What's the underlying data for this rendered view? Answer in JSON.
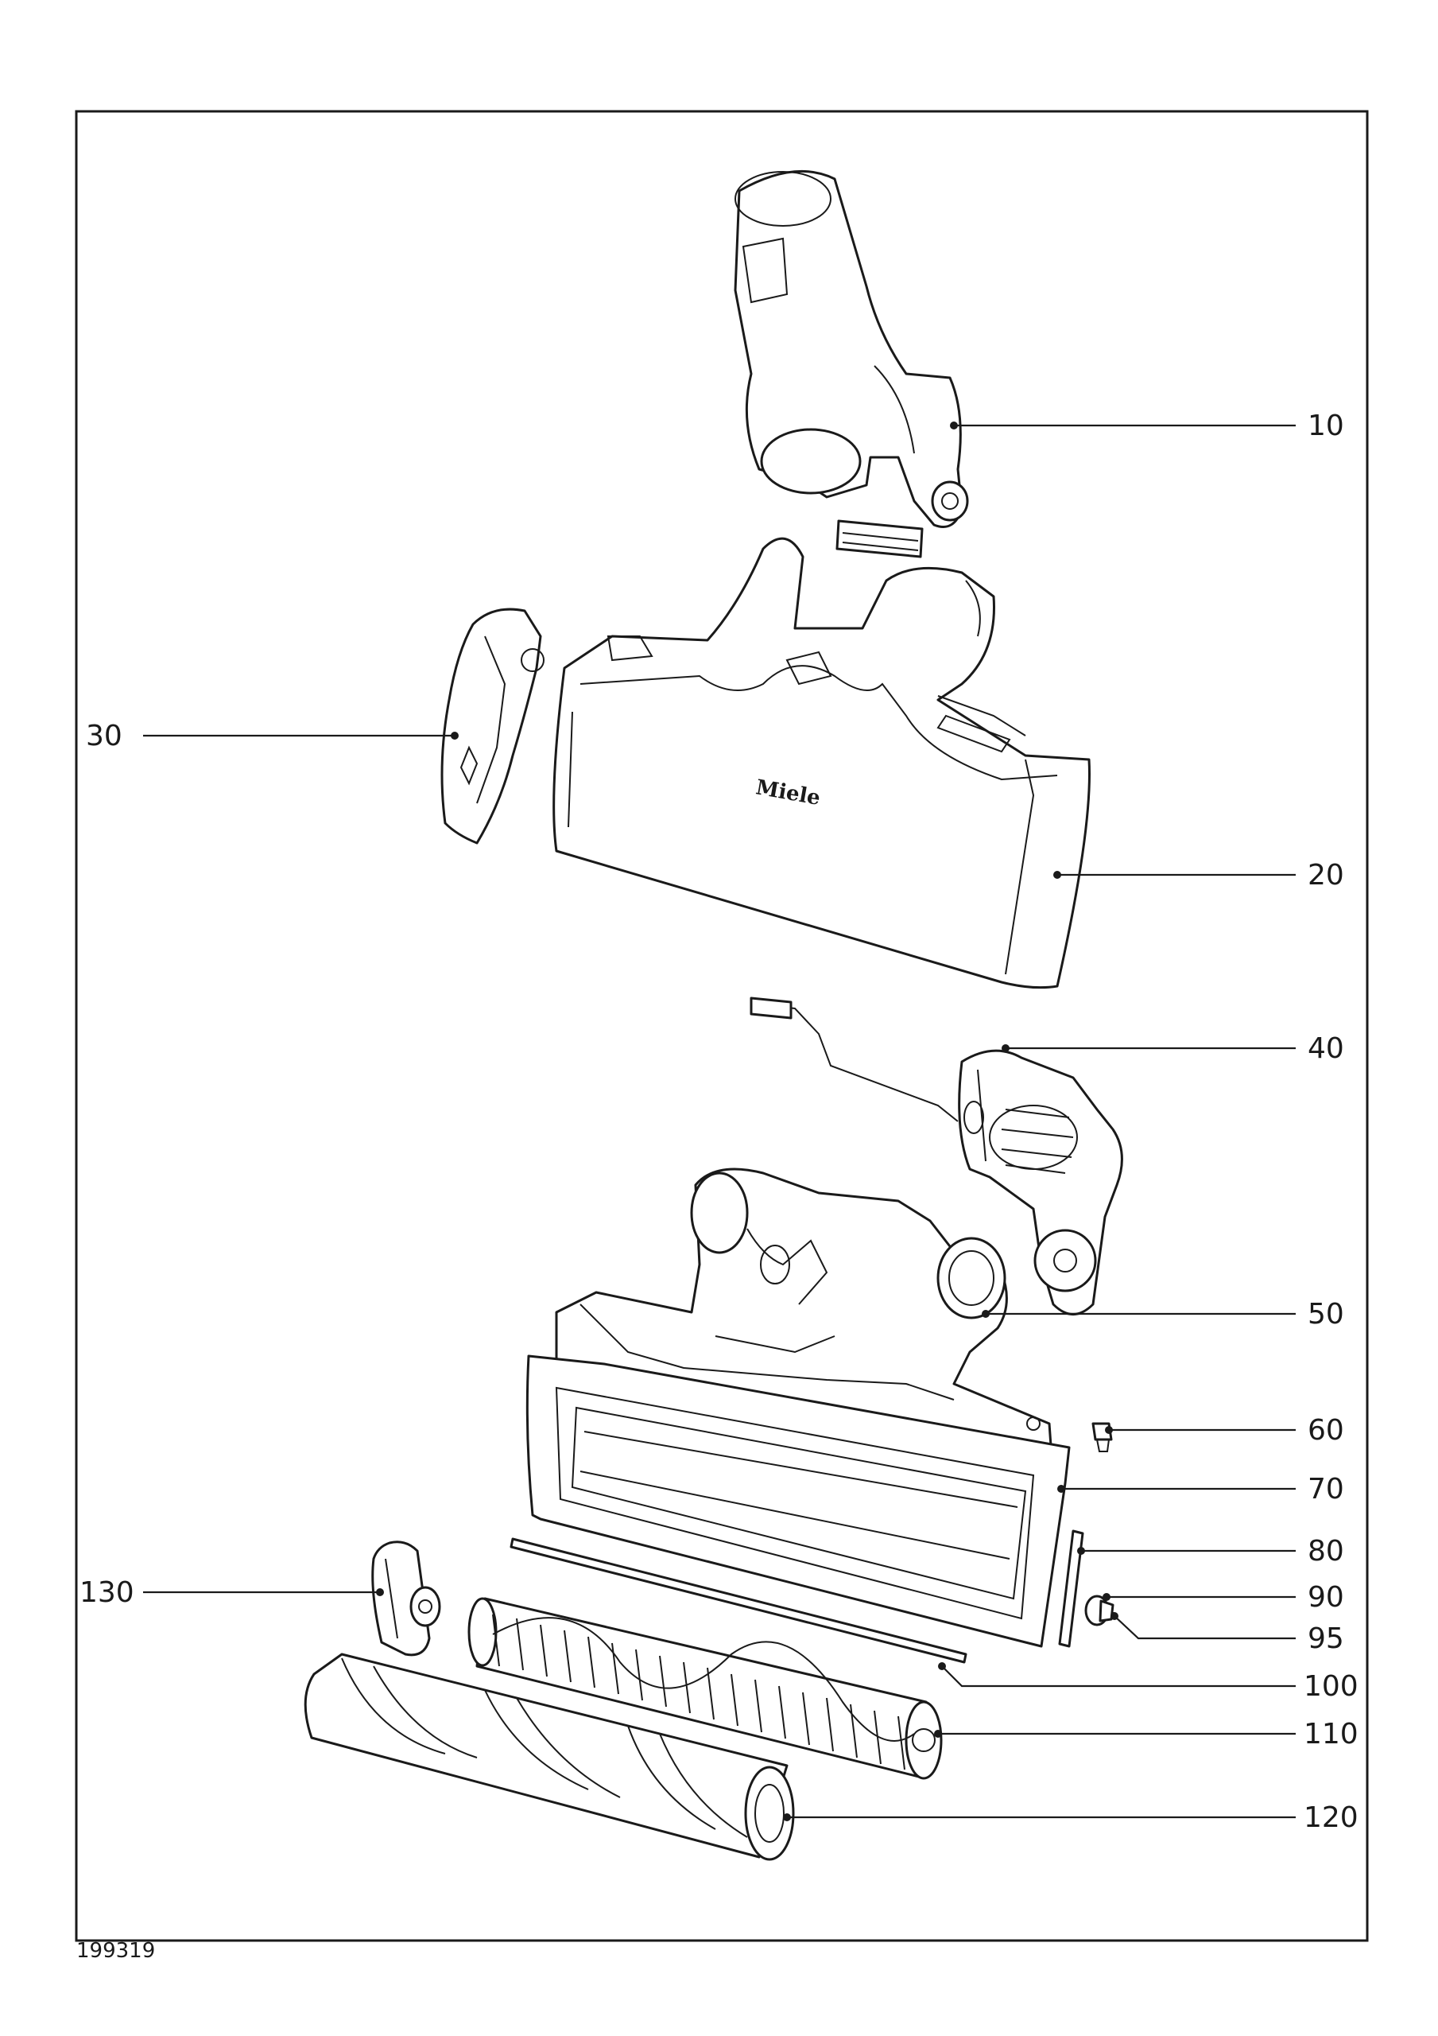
{
  "document_number": "199319",
  "brand_mark": "Miele",
  "callouts": [
    {
      "id": "p10",
      "label": "10"
    },
    {
      "id": "p20",
      "label": "20"
    },
    {
      "id": "p30",
      "label": "30"
    },
    {
      "id": "p40",
      "label": "40"
    },
    {
      "id": "p50",
      "label": "50"
    },
    {
      "id": "p60",
      "label": "60"
    },
    {
      "id": "p70",
      "label": "70"
    },
    {
      "id": "p80",
      "label": "80"
    },
    {
      "id": "p90",
      "label": "90"
    },
    {
      "id": "p95",
      "label": "95"
    },
    {
      "id": "p100",
      "label": "100"
    },
    {
      "id": "p110",
      "label": "110"
    },
    {
      "id": "p120",
      "label": "120"
    },
    {
      "id": "p130",
      "label": "130"
    }
  ]
}
